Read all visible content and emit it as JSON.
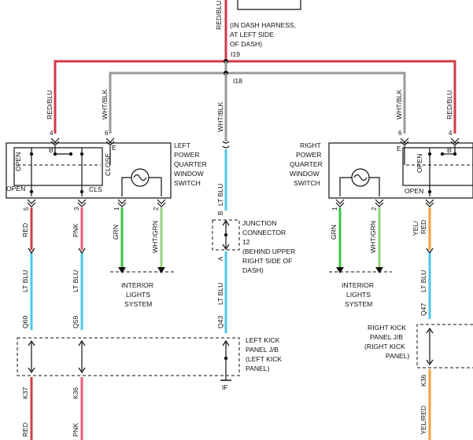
{
  "colors": {
    "red": "#d23b46",
    "pink": "#e8587a",
    "light_blue": "#4cc7e8",
    "gray": "#9a9a9a",
    "green": "#3fbf3f",
    "light_green": "#8fd37a",
    "yellow": "#f0a33a",
    "black": "#111111"
  },
  "top": {
    "wire_top": "RED/BLU",
    "harness_note": [
      "(IN DASH HARNESS,",
      "AT LEFT SIDE",
      "OF DASH)"
    ],
    "splice_red": "I19",
    "splice_gray": "I18"
  },
  "left_switch": {
    "title": [
      "LEFT",
      "POWER",
      "QUARTER",
      "WINDOW",
      "SWITCH"
    ],
    "open_vertical": "OPEN",
    "close_vertical": "CLOSE",
    "open_label": "OPEN",
    "cls_label": "CLS",
    "b_label": "B",
    "e_label": "E",
    "input_pins": [
      "4",
      "6"
    ],
    "input_colors": [
      "RED/BLU",
      "WHT/BLK"
    ],
    "output_pins": [
      "5",
      "3",
      "1",
      "2"
    ],
    "output_colors": [
      "RED",
      "PNK",
      "GRN",
      "WHT/GRN"
    ]
  },
  "right_switch": {
    "title": [
      "RIGHT",
      "POWER",
      "QUARTER",
      "WINDOW",
      "SWITCH"
    ],
    "open_vertical": "OPEN",
    "open_label": "OPEN",
    "b_label": "B",
    "e_label": "E",
    "input_pins": [
      "6",
      "4"
    ],
    "input_colors": [
      "WHT/BLK",
      "RED/BLU"
    ],
    "output_pins": [
      "1",
      "2"
    ],
    "output_colors": [
      "GRN",
      "WHT/GRN"
    ],
    "yel_red_short": [
      "YEL/",
      "RED"
    ]
  },
  "center": {
    "wire_upper": "WHT/BLK",
    "wire_lower": "LT BLU",
    "wire_lower2": "LT BLU",
    "pin_b": "B",
    "pin_a": "A",
    "junction": [
      "JUNCTION",
      "CONNECTOR",
      "12",
      "(BEHIND UPPER",
      "RIGHT SIDE OF",
      "DASH)"
    ],
    "q43": "Q43",
    "ground": "IF"
  },
  "interior_left": [
    "INTERIOR",
    "LIGHTS",
    "SYSTEM"
  ],
  "interior_right": [
    "INTERIOR",
    "LIGHTS",
    "SYSTEM"
  ],
  "left_kick": {
    "label": [
      "LEFT KICK",
      "PANEL J/B",
      "(LEFT KICK",
      "PANEL)"
    ],
    "col1_upper": "LT BLU",
    "col1_conn": "Q60",
    "col1_lower_conn": "K37",
    "col1_bottom": "RED",
    "col2_upper": "LT BLU",
    "col2_conn": "Q59",
    "col2_lower_conn": "K36",
    "col2_bottom": "PNK"
  },
  "right_kick": {
    "label": [
      "RIGHT KICK",
      "PANEL J/B",
      "(RIGHT KICK",
      "PANEL)"
    ],
    "upper": "LT BLU",
    "conn": "Q47",
    "lower_conn": "K36",
    "bottom": "YEL/RED"
  }
}
